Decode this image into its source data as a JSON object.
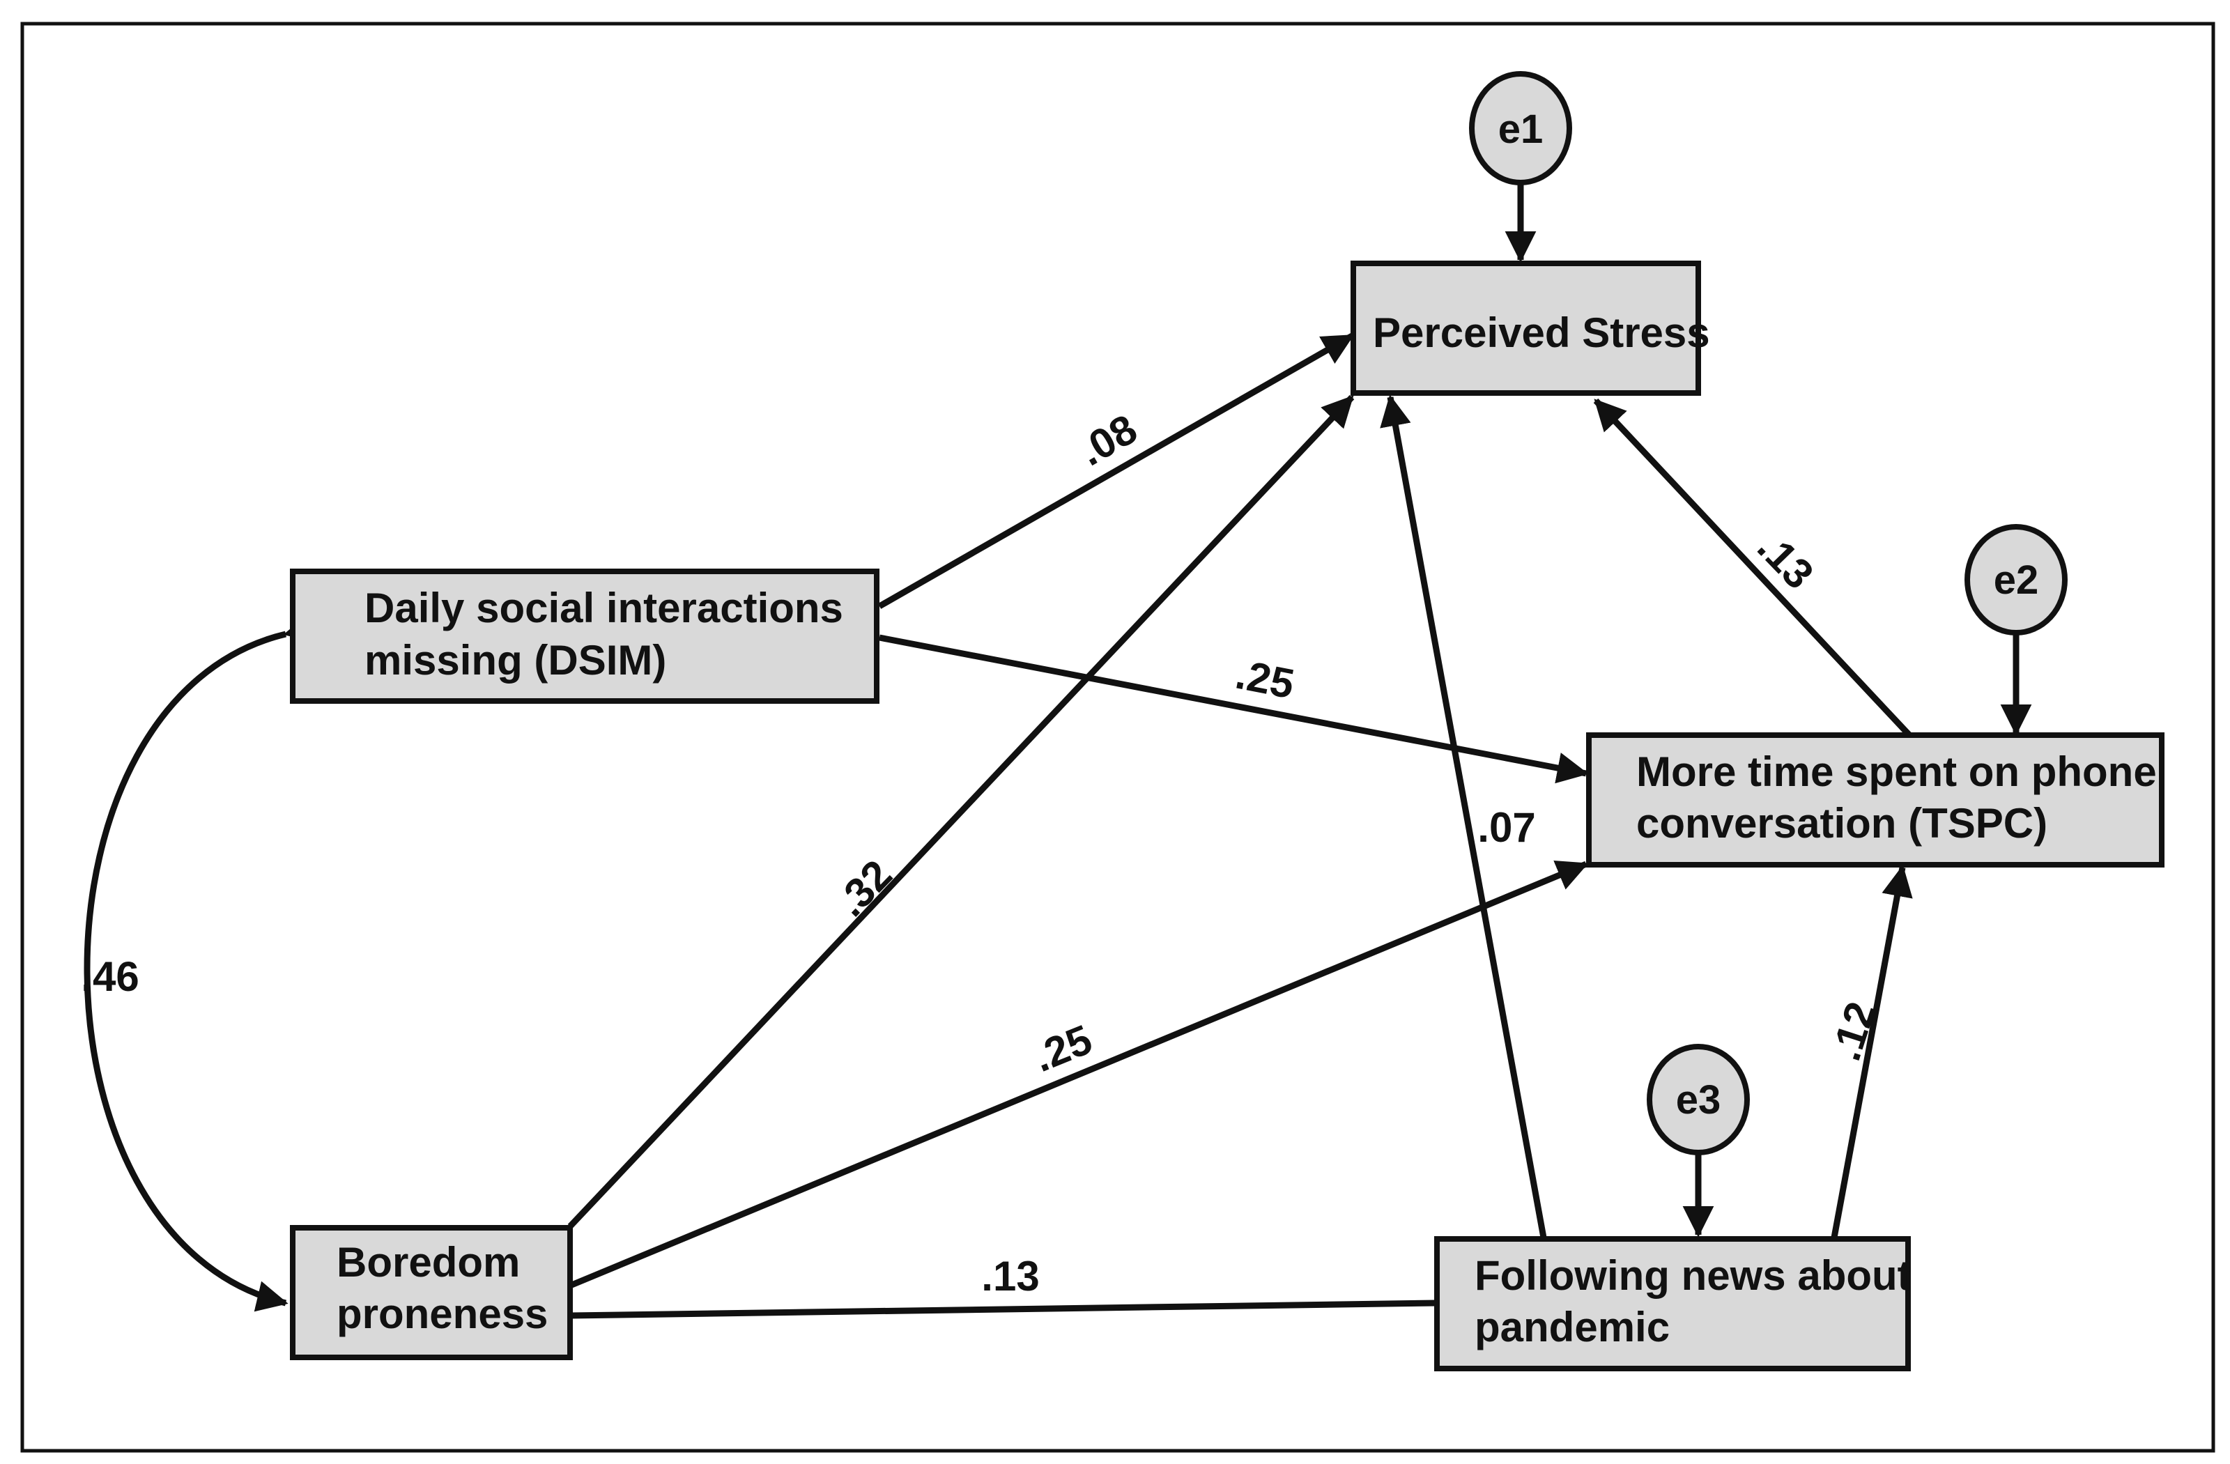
{
  "nodes": {
    "perceived_stress": {
      "lines": [
        "Perceived Stress"
      ]
    },
    "dsim": {
      "lines": [
        "Daily social interactions",
        "missing (DSIM)"
      ]
    },
    "tspc": {
      "lines": [
        "More time spent on phone",
        "conversation (TSPC)"
      ]
    },
    "boredom": {
      "lines": [
        "Boredom",
        "proneness"
      ]
    },
    "news": {
      "lines": [
        "Following news about",
        "pandemic"
      ]
    }
  },
  "errors": {
    "e1": "e1",
    "e2": "e2",
    "e3": "e3"
  },
  "paths": {
    "dsim_to_stress": ".08",
    "dsim_to_tspc": ".25",
    "tspc_to_stress": ".13",
    "boredom_to_stress": ".32",
    "boredom_to_tspc": ".25",
    "boredom_to_news": ".13",
    "news_to_stress": ".07",
    "news_to_tspc": ".12",
    "dsim_boredom_covariance": ".46"
  },
  "colors": {
    "box_fill": "#d9d9d9",
    "stroke": "#111111",
    "background": "#ffffff"
  }
}
